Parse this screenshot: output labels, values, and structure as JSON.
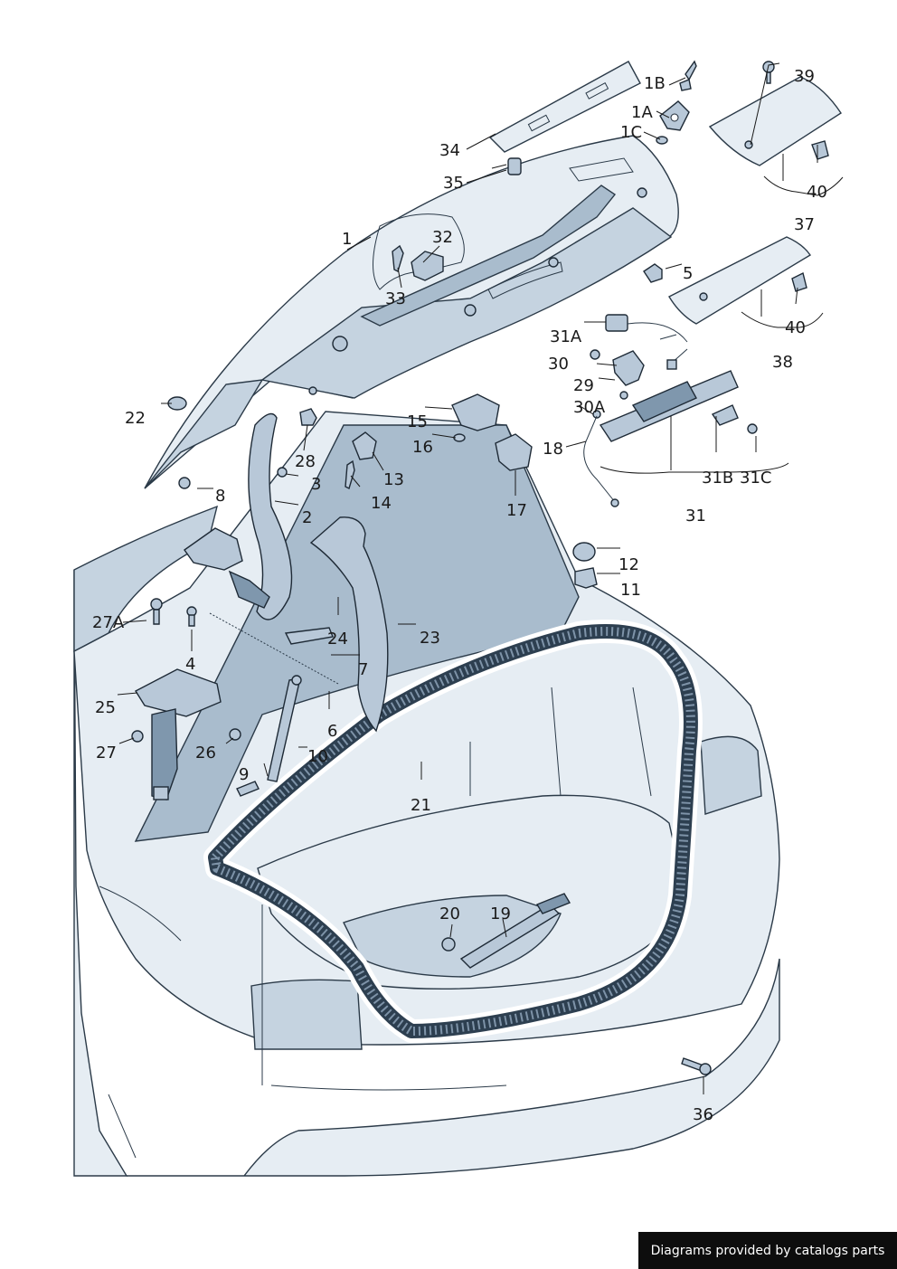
{
  "labels": {
    "l1": "1",
    "l1a": "1A",
    "l1b": "1B",
    "l1c": "1C",
    "l2": "2",
    "l3": "3",
    "l4": "4",
    "l5": "5",
    "l6": "6",
    "l7": "7",
    "l8": "8",
    "l9": "9",
    "l10": "10",
    "l11": "11",
    "l12": "12",
    "l13": "13",
    "l14": "14",
    "l15": "15",
    "l16": "16",
    "l17": "17",
    "l18": "18",
    "l19": "19",
    "l20": "20",
    "l21": "21",
    "l22": "22",
    "l23": "23",
    "l24": "24",
    "l25": "25",
    "l26": "26",
    "l27": "27",
    "l27a": "27A",
    "l28": "28",
    "l29": "29",
    "l30": "30",
    "l30a": "30A",
    "l31": "31",
    "l31a": "31A",
    "l31b": "31B",
    "l31c": "31C",
    "l32": "32",
    "l33": "33",
    "l34": "34",
    "l35": "35",
    "l36": "36",
    "l37": "37",
    "l38": "38",
    "l39": "39",
    "l40a": "40",
    "l40b": "40"
  },
  "footer": {
    "text": "Diagrams provided by catalogs parts"
  }
}
